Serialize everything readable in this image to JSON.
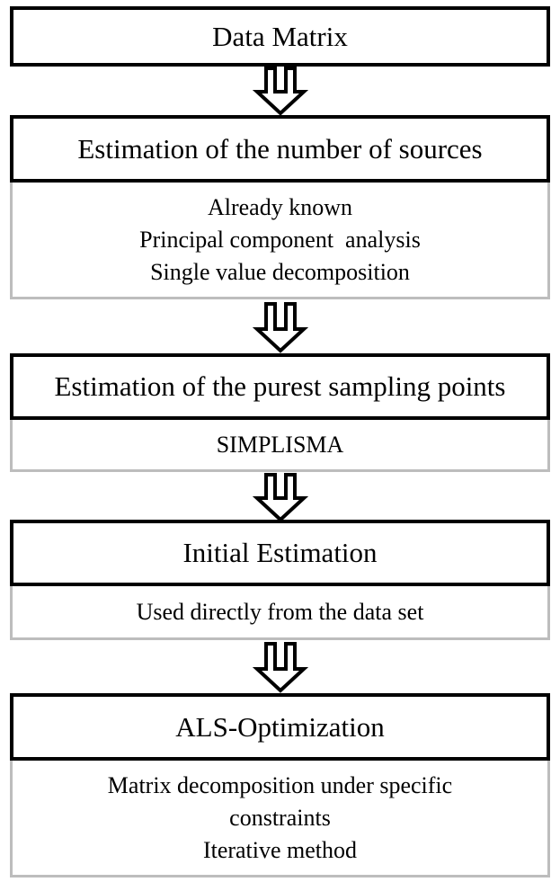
{
  "steps": [
    {
      "title": "Data Matrix",
      "details": []
    },
    {
      "title": "Estimation of the number of sources",
      "details": [
        "Already known",
        "Principal component  analysis",
        "Single value decomposition"
      ]
    },
    {
      "title": "Estimation of the purest sampling points",
      "details": [
        "SIMPLISMA"
      ]
    },
    {
      "title": "Initial Estimation",
      "details": [
        "Used directly from the data set"
      ]
    },
    {
      "title": "ALS-Optimization",
      "details": [
        "Matrix decomposition under specific",
        "constraints",
        "Iterative method"
      ]
    }
  ],
  "colors": {
    "main_border": "#000000",
    "sub_border": "#bdbdbd",
    "arrow": "#000000"
  }
}
